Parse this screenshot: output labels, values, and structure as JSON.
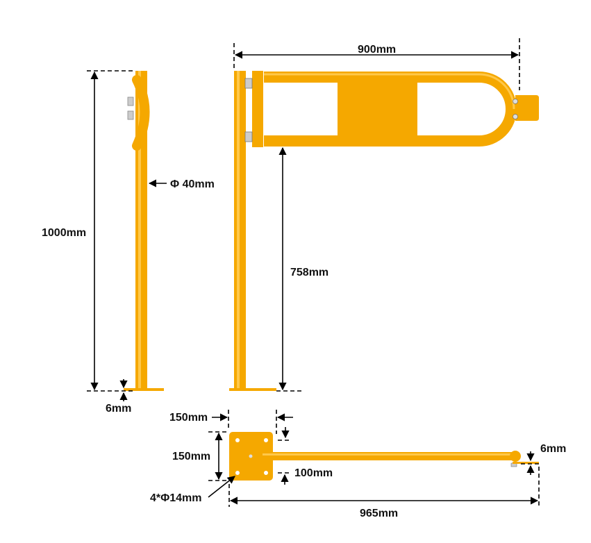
{
  "colors": {
    "bar": "#F5A800",
    "bar_highlight": "#FFC84A",
    "bar_shadow": "#D88A00",
    "line": "#000000"
  },
  "labels": {
    "width_900": "900mm",
    "tube_diameter": "Φ 40mm",
    "height_1000": "1000mm",
    "height_758": "758mm",
    "plate_6_side": "6mm",
    "plate_width": "150mm",
    "plate_height": "150mm",
    "plate_6_top": "6mm",
    "hole_spacing": "100mm",
    "holes": "4*Φ14mm",
    "length_965": "965mm"
  }
}
